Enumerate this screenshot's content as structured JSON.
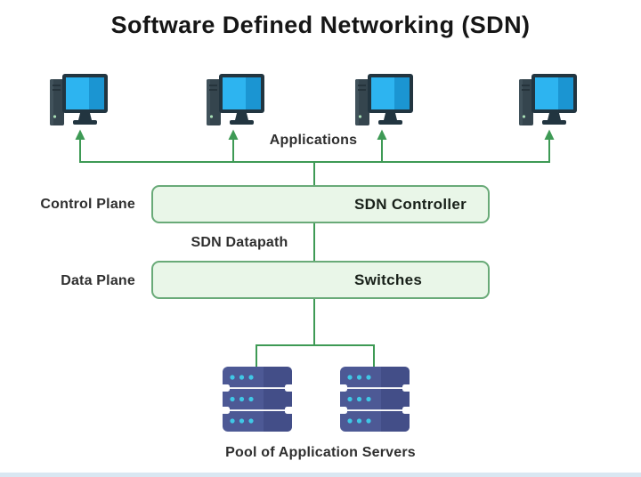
{
  "title": "Software Defined Networking (SDN)",
  "labels": {
    "applications": "Applications",
    "control_plane": "Control Plane",
    "sdn_datapath": "SDN Datapath",
    "data_plane": "Data Plane",
    "pool_of_servers": "Pool of Application Servers"
  },
  "nodes": {
    "sdn_controller": "SDN Controller",
    "switches": "Switches"
  },
  "diagram": {
    "computer_count": 4,
    "server_count": 2
  },
  "colors": {
    "line_green": "#3e9a55",
    "box_border": "#69aa78",
    "box_fill": "#e9f6e8",
    "title_text": "#161616",
    "label_text": "#2f2f2f",
    "node_text": "#182019",
    "screen_blue": "#2db4f0",
    "screen_blue_dark": "#1b95d2",
    "monitor_frame": "#223540",
    "tower_body": "#35454e",
    "server_body": "#4d5995",
    "server_shade": "#434e88",
    "server_dot": "#40c8e6"
  }
}
